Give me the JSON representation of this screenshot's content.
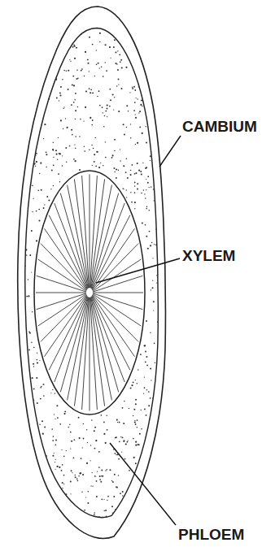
{
  "diagram": {
    "labels": [
      "CAMBIUM",
      "XYLEM",
      "PHLOEM"
    ]
  }
}
